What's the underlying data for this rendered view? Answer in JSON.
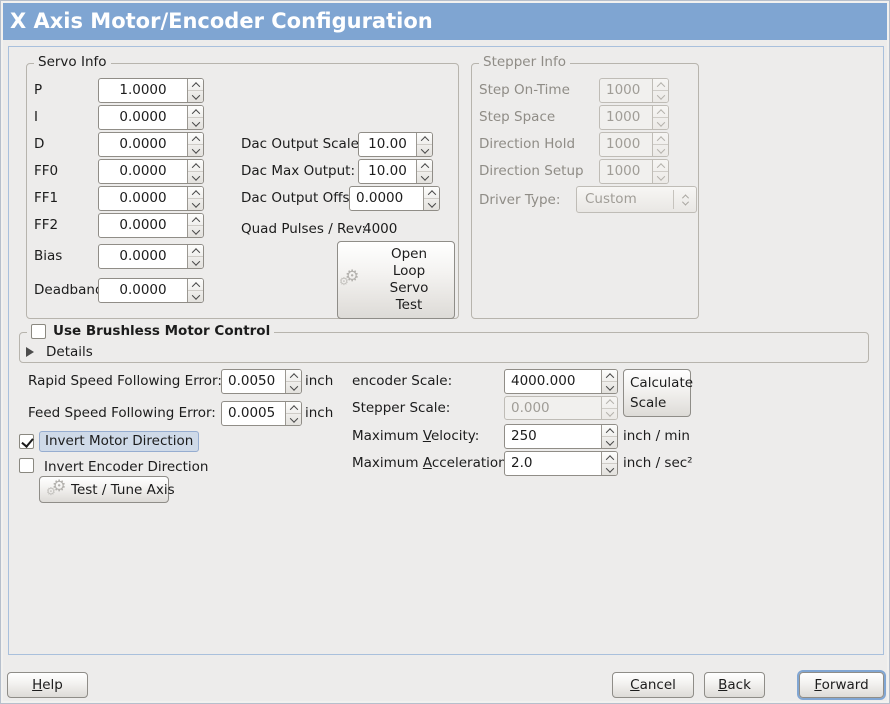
{
  "colors": {
    "titlebar_bg": "#7fa5d2",
    "panel_border": "#a9c0dc",
    "focus_fill": "#cfdae8",
    "focus_border": "#96add0"
  },
  "window": {
    "title": "X Axis Motor/Encoder Configuration"
  },
  "servo": {
    "legend": "Servo Info",
    "fields": [
      {
        "label": "P",
        "value": "1.0000"
      },
      {
        "label": "I",
        "value": "0.0000"
      },
      {
        "label": "D",
        "value": "0.0000"
      },
      {
        "label": "FF0",
        "value": "0.0000"
      },
      {
        "label": "FF1",
        "value": "0.0000"
      },
      {
        "label": "FF2",
        "value": "0.0000"
      },
      {
        "label": "Bias",
        "value": "0.0000"
      },
      {
        "label": "Deadband",
        "value": "0.0000"
      }
    ]
  },
  "dac": {
    "scale": {
      "label": "Dac Output Scale:",
      "value": "10.00"
    },
    "max": {
      "label": "Dac Max Output:",
      "value": "10.00"
    },
    "offset": {
      "label": "Dac Output Offset:",
      "value": "0.0000"
    },
    "quad": {
      "label": "Quad Pulses / Rev:",
      "value": "4000"
    },
    "open_loop_button": "Open\nLoop\nServo\nTest"
  },
  "stepper": {
    "legend": "Stepper Info",
    "fields": [
      {
        "label": "Step On-Time",
        "value": "1000"
      },
      {
        "label": "Step Space",
        "value": "1000"
      },
      {
        "label": "Direction Hold",
        "value": "1000"
      },
      {
        "label": "Direction Setup",
        "value": "1000"
      }
    ],
    "driver_type": {
      "label": "Driver Type:",
      "value": "Custom"
    }
  },
  "brushless": {
    "legend": "Use Brushless Motor Control",
    "details_label": "Details"
  },
  "errors": {
    "rapid": {
      "label": "Rapid Speed Following Error:",
      "value": "0.0050",
      "unit": "inch"
    },
    "feed": {
      "label": "Feed Speed Following Error:",
      "value": "0.0005",
      "unit": "inch"
    }
  },
  "scales": {
    "encoder": {
      "label": "encoder Scale:",
      "value": "4000.000"
    },
    "stepper": {
      "label": "Stepper Scale:",
      "value": "0.000"
    },
    "calculate_button": "Calculate\nScale",
    "velocity": {
      "label_pre": "Maximum ",
      "label_mn": "V",
      "label_post": "elocity:",
      "value": "250",
      "unit": "inch / min"
    },
    "acceleration": {
      "label_pre": "Maximum ",
      "label_mn": "A",
      "label_post": "cceleration:",
      "value": "2.0",
      "unit": "inch / sec²"
    }
  },
  "toggles": {
    "invert_motor": {
      "label": "Invert Motor Direction",
      "checked": true
    },
    "invert_encoder": {
      "label": "Invert Encoder Direction",
      "checked": false
    },
    "test_tune_button": "Test / Tune Axis"
  },
  "footer": {
    "help": {
      "mn": "H",
      "rest": "elp"
    },
    "cancel": {
      "mn": "C",
      "rest": "ancel"
    },
    "back": {
      "mn": "B",
      "rest": "ack"
    },
    "forward": {
      "mn": "F",
      "rest": "orward"
    }
  }
}
